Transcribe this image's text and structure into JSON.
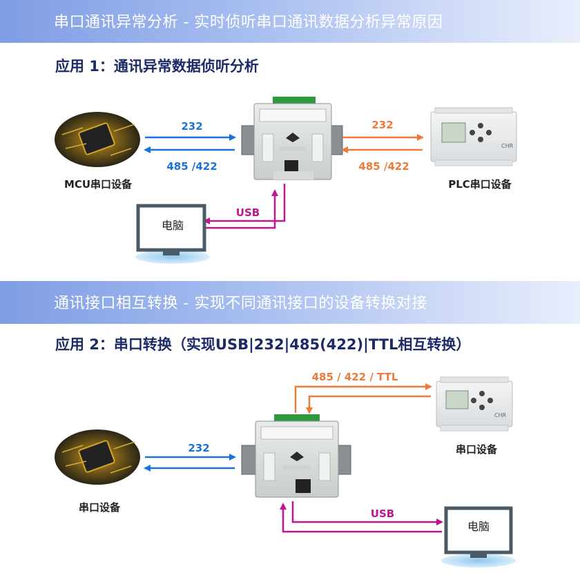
{
  "section1": {
    "banner": "串口通讯异常分析 - 实时侦听串口通讯数据分析异常原因",
    "title": "应用 1：通讯异常数据侦听分析",
    "left_top_label": "232",
    "left_bottom_label": "485 /422",
    "right_top_label": "232",
    "right_bottom_label": "485 /422",
    "usb_label": "USB",
    "mcu_caption": "MCU串口设备",
    "plc_caption": "PLC串口设备",
    "pc_screen_text": "电脑"
  },
  "section2": {
    "banner": "通讯接口相互转换 - 实现不同通讯接口的设备转换对接",
    "title": "应用 2：串口转换（实现USB|232|485(422)|TTL相互转换）",
    "top_label": "485 / 422 / TTL",
    "left_label": "232",
    "usb_label": "USB",
    "left_caption": "串口设备",
    "plc_caption": "串口设备",
    "pc_screen_text": "电脑"
  },
  "colors": {
    "blue": "#1a73d9",
    "orange": "#ee7a3a",
    "magenta": "#c0158f",
    "title_navy": "#1c2a68"
  }
}
